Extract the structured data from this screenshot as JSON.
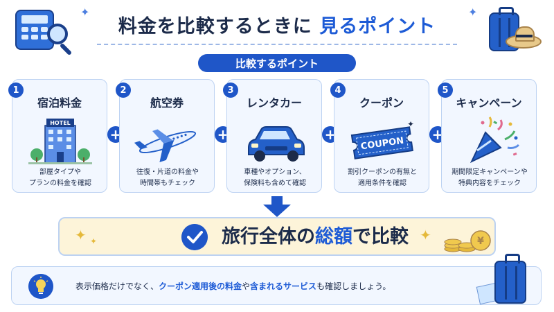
{
  "header": {
    "title_part1": "料金を比較するときに",
    "title_part2": "見るポイント"
  },
  "section_label": "比較するポイント",
  "cards": [
    {
      "number": "1",
      "title": "宿泊料金",
      "desc_line1": "部屋タイプや",
      "desc_line2": "プランの料金を確認",
      "sign_text": "HOTEL"
    },
    {
      "number": "2",
      "title": "航空券",
      "desc_line1": "往復・片道の料金や",
      "desc_line2": "時間帯もチェック"
    },
    {
      "number": "3",
      "title": "レンタカー",
      "desc_line1": "車種やオプション、",
      "desc_line2": "保険料も含めて確認"
    },
    {
      "number": "4",
      "title": "クーポン",
      "desc_line1": "割引クーポンの有無と",
      "desc_line2": "適用条件を確認",
      "coupon_text": "COUPON"
    },
    {
      "number": "5",
      "title": "キャンペーン",
      "desc_line1": "期間限定キャンペーンや",
      "desc_line2": "特典内容をチェック"
    }
  ],
  "plus_sign": "+",
  "total": {
    "part1": "旅行全体の",
    "part2": "総額",
    "part3": "で比較"
  },
  "tip": {
    "part1": "表示価格だけでなく、",
    "part2": "クーポン適用後の料金",
    "part3": "や",
    "part4": "含まれるサービス",
    "part5": "も確認しましょう。"
  },
  "colors": {
    "accent": "#1f56c8",
    "card_bg": "#f2f7ff",
    "total_bg": "#fdf4d9"
  }
}
